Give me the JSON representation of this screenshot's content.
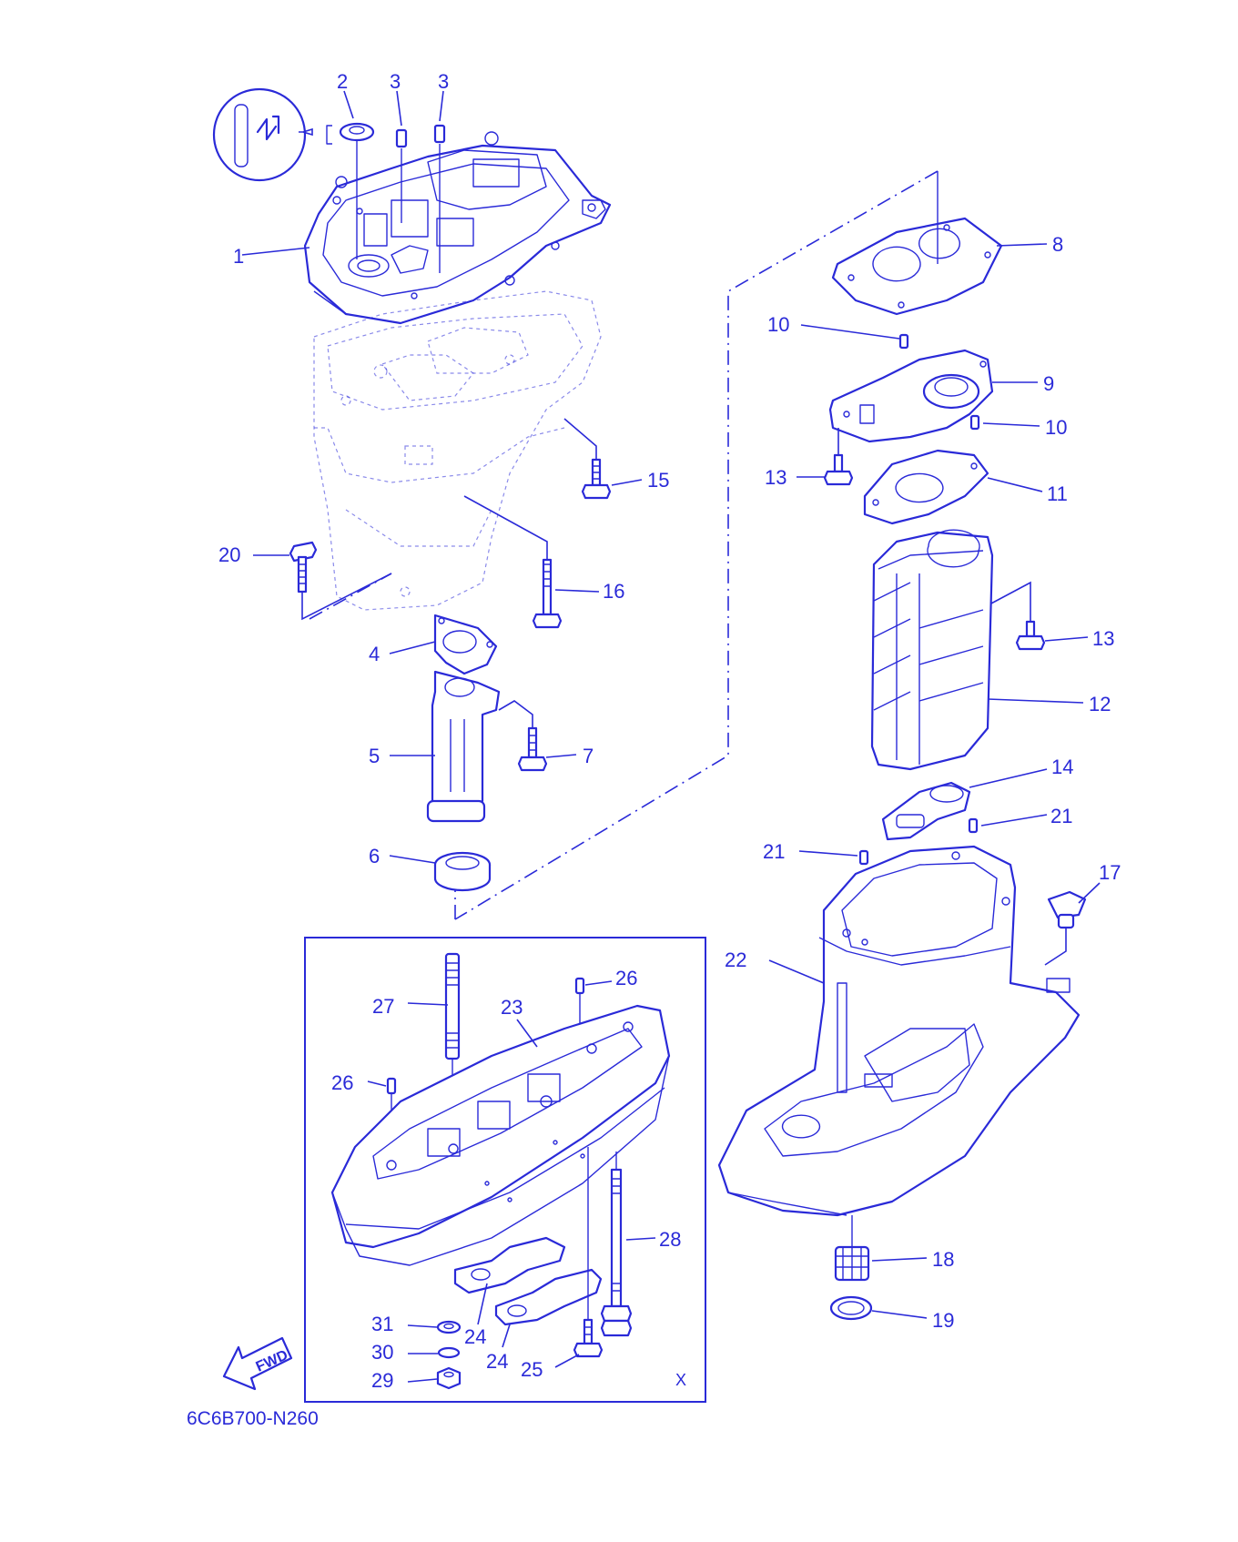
{
  "diagram": {
    "code": "6C6B700-N260",
    "fwd_label": "FWD",
    "inset_label": "X",
    "callouts": [
      {
        "id": "c1",
        "text": "1"
      },
      {
        "id": "c2",
        "text": "2"
      },
      {
        "id": "c3a",
        "text": "3"
      },
      {
        "id": "c3b",
        "text": "3"
      },
      {
        "id": "c4",
        "text": "4"
      },
      {
        "id": "c5",
        "text": "5"
      },
      {
        "id": "c6",
        "text": "6"
      },
      {
        "id": "c7",
        "text": "7"
      },
      {
        "id": "c8",
        "text": "8"
      },
      {
        "id": "c9",
        "text": "9"
      },
      {
        "id": "c10a",
        "text": "10"
      },
      {
        "id": "c10b",
        "text": "10"
      },
      {
        "id": "c11",
        "text": "11"
      },
      {
        "id": "c12",
        "text": "12"
      },
      {
        "id": "c13a",
        "text": "13"
      },
      {
        "id": "c13b",
        "text": "13"
      },
      {
        "id": "c14",
        "text": "14"
      },
      {
        "id": "c15",
        "text": "15"
      },
      {
        "id": "c16",
        "text": "16"
      },
      {
        "id": "c17",
        "text": "17"
      },
      {
        "id": "c18",
        "text": "18"
      },
      {
        "id": "c19",
        "text": "19"
      },
      {
        "id": "c20",
        "text": "20"
      },
      {
        "id": "c21a",
        "text": "21"
      },
      {
        "id": "c21b",
        "text": "21"
      },
      {
        "id": "c22",
        "text": "22"
      },
      {
        "id": "c23",
        "text": "23"
      },
      {
        "id": "c24a",
        "text": "24"
      },
      {
        "id": "c24b",
        "text": "24"
      },
      {
        "id": "c25",
        "text": "25"
      },
      {
        "id": "c26a",
        "text": "26"
      },
      {
        "id": "c26b",
        "text": "26"
      },
      {
        "id": "c27",
        "text": "27"
      },
      {
        "id": "c28",
        "text": "28"
      },
      {
        "id": "c29",
        "text": "29"
      },
      {
        "id": "c30",
        "text": "30"
      },
      {
        "id": "c31",
        "text": "31"
      }
    ]
  },
  "colors": {
    "line": "#2a2ad8",
    "background": "#ffffff"
  }
}
